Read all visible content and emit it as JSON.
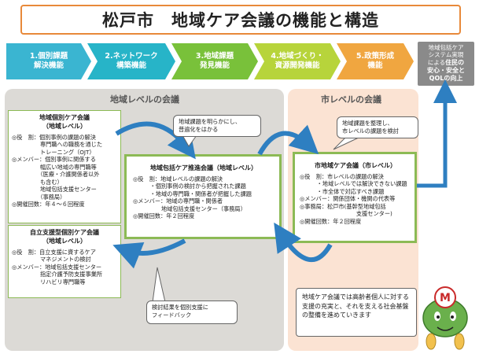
{
  "title": "松戸市　地域ケア会議の機能と構造",
  "functions": [
    {
      "label": "1.個別課題\n解決機能",
      "color": "#3ab5d1"
    },
    {
      "label": "2.ネットワーク\n構築機能",
      "color": "#27b4c8"
    },
    {
      "label": "3.地域課題\n発見機能",
      "color": "#79c13a"
    },
    {
      "label": "4.地域づくり・\n資源開発機能",
      "color": "#b7d43b"
    },
    {
      "label": "5.政策形成\n機能",
      "color": "#f0a640"
    }
  ],
  "system_box": {
    "line1": "地域包括ケア",
    "line2": "システム実現",
    "line3": "による",
    "highlight1": "住民の",
    "highlight2": "安心・安全と",
    "highlight3": "QOLの向上"
  },
  "regional": {
    "label": "地域レベルの会議",
    "individual": {
      "title": "地域個別ケア会議\n（地域レベル）",
      "rows": "◎役　割：個別事例の課題の解決\n　　　　　専門職への職務を通じた\n　　　　　トレーニング（OJT）\n◎メンバー：個別事例に関係する\n　　　　　幅広い地域の専門職等\n　　　　　（医療・介護関係者以外\n　　　　　も含む）\n　　　　　地域包括支援センター\n　　　　　（事務局）\n◎開催回数：年４～６回程度"
    },
    "selfsupport": {
      "title": "自立支援型個別ケア会議\n（地域レベル）",
      "rows": "◎役　割：自立支援に資するケア\n　　　　　マネジメントの検討\n◎メンバー：地域包括支援センター\n　　　　　指定介護予防支援事業所\n　　　　　リハビリ専門職等"
    },
    "promotion": {
      "title": "地域包括ケア推進会議（地域レベル）",
      "rows": "◎役　割：地域レベルの課題の解決\n　　　・個別事例の検討から把握された課題\n　　　・地域の専門職・関係者が把握した課題\n◎メンバー：地域の専門職・関係者\n　　　　　地域包括支援センター（事務局）\n◎開催回数：年２回程度"
    },
    "callout_top": "地域課題を明らかにし、\n普遍化をはかる",
    "callout_bottom": "検討結果を個別支援に\nフィードバック"
  },
  "city": {
    "label": "市レベルの会議",
    "callout": "地域課題を整理し、\n市レベルの課題を検討",
    "meeting": {
      "title": "市地域ケア会議（市レベル）",
      "rows": "◎役　割：市レベルの課題の解決\n　　　・地域レベルでは解決できない課題\n　　　・市全体で対応すべき課題\n◎メンバー：関係団体・機関の代表等\n◎事務局：松戸市(基幹型地域包括\n　　　　　　　　　　支援センター)\n◎開催回数：年２回程度"
    },
    "bottom_text": "地域ケア会議では高齢者個人に対する支援の充実と、それを支える社会基盤の整備を進めていきます",
    "mascot_letter": "M"
  },
  "colors": {
    "regional_panel": "#dcdad6",
    "city_panel": "#fbe3d3",
    "arrow_blue": "#2e7fc1",
    "box_border_green": "#8cba55"
  }
}
